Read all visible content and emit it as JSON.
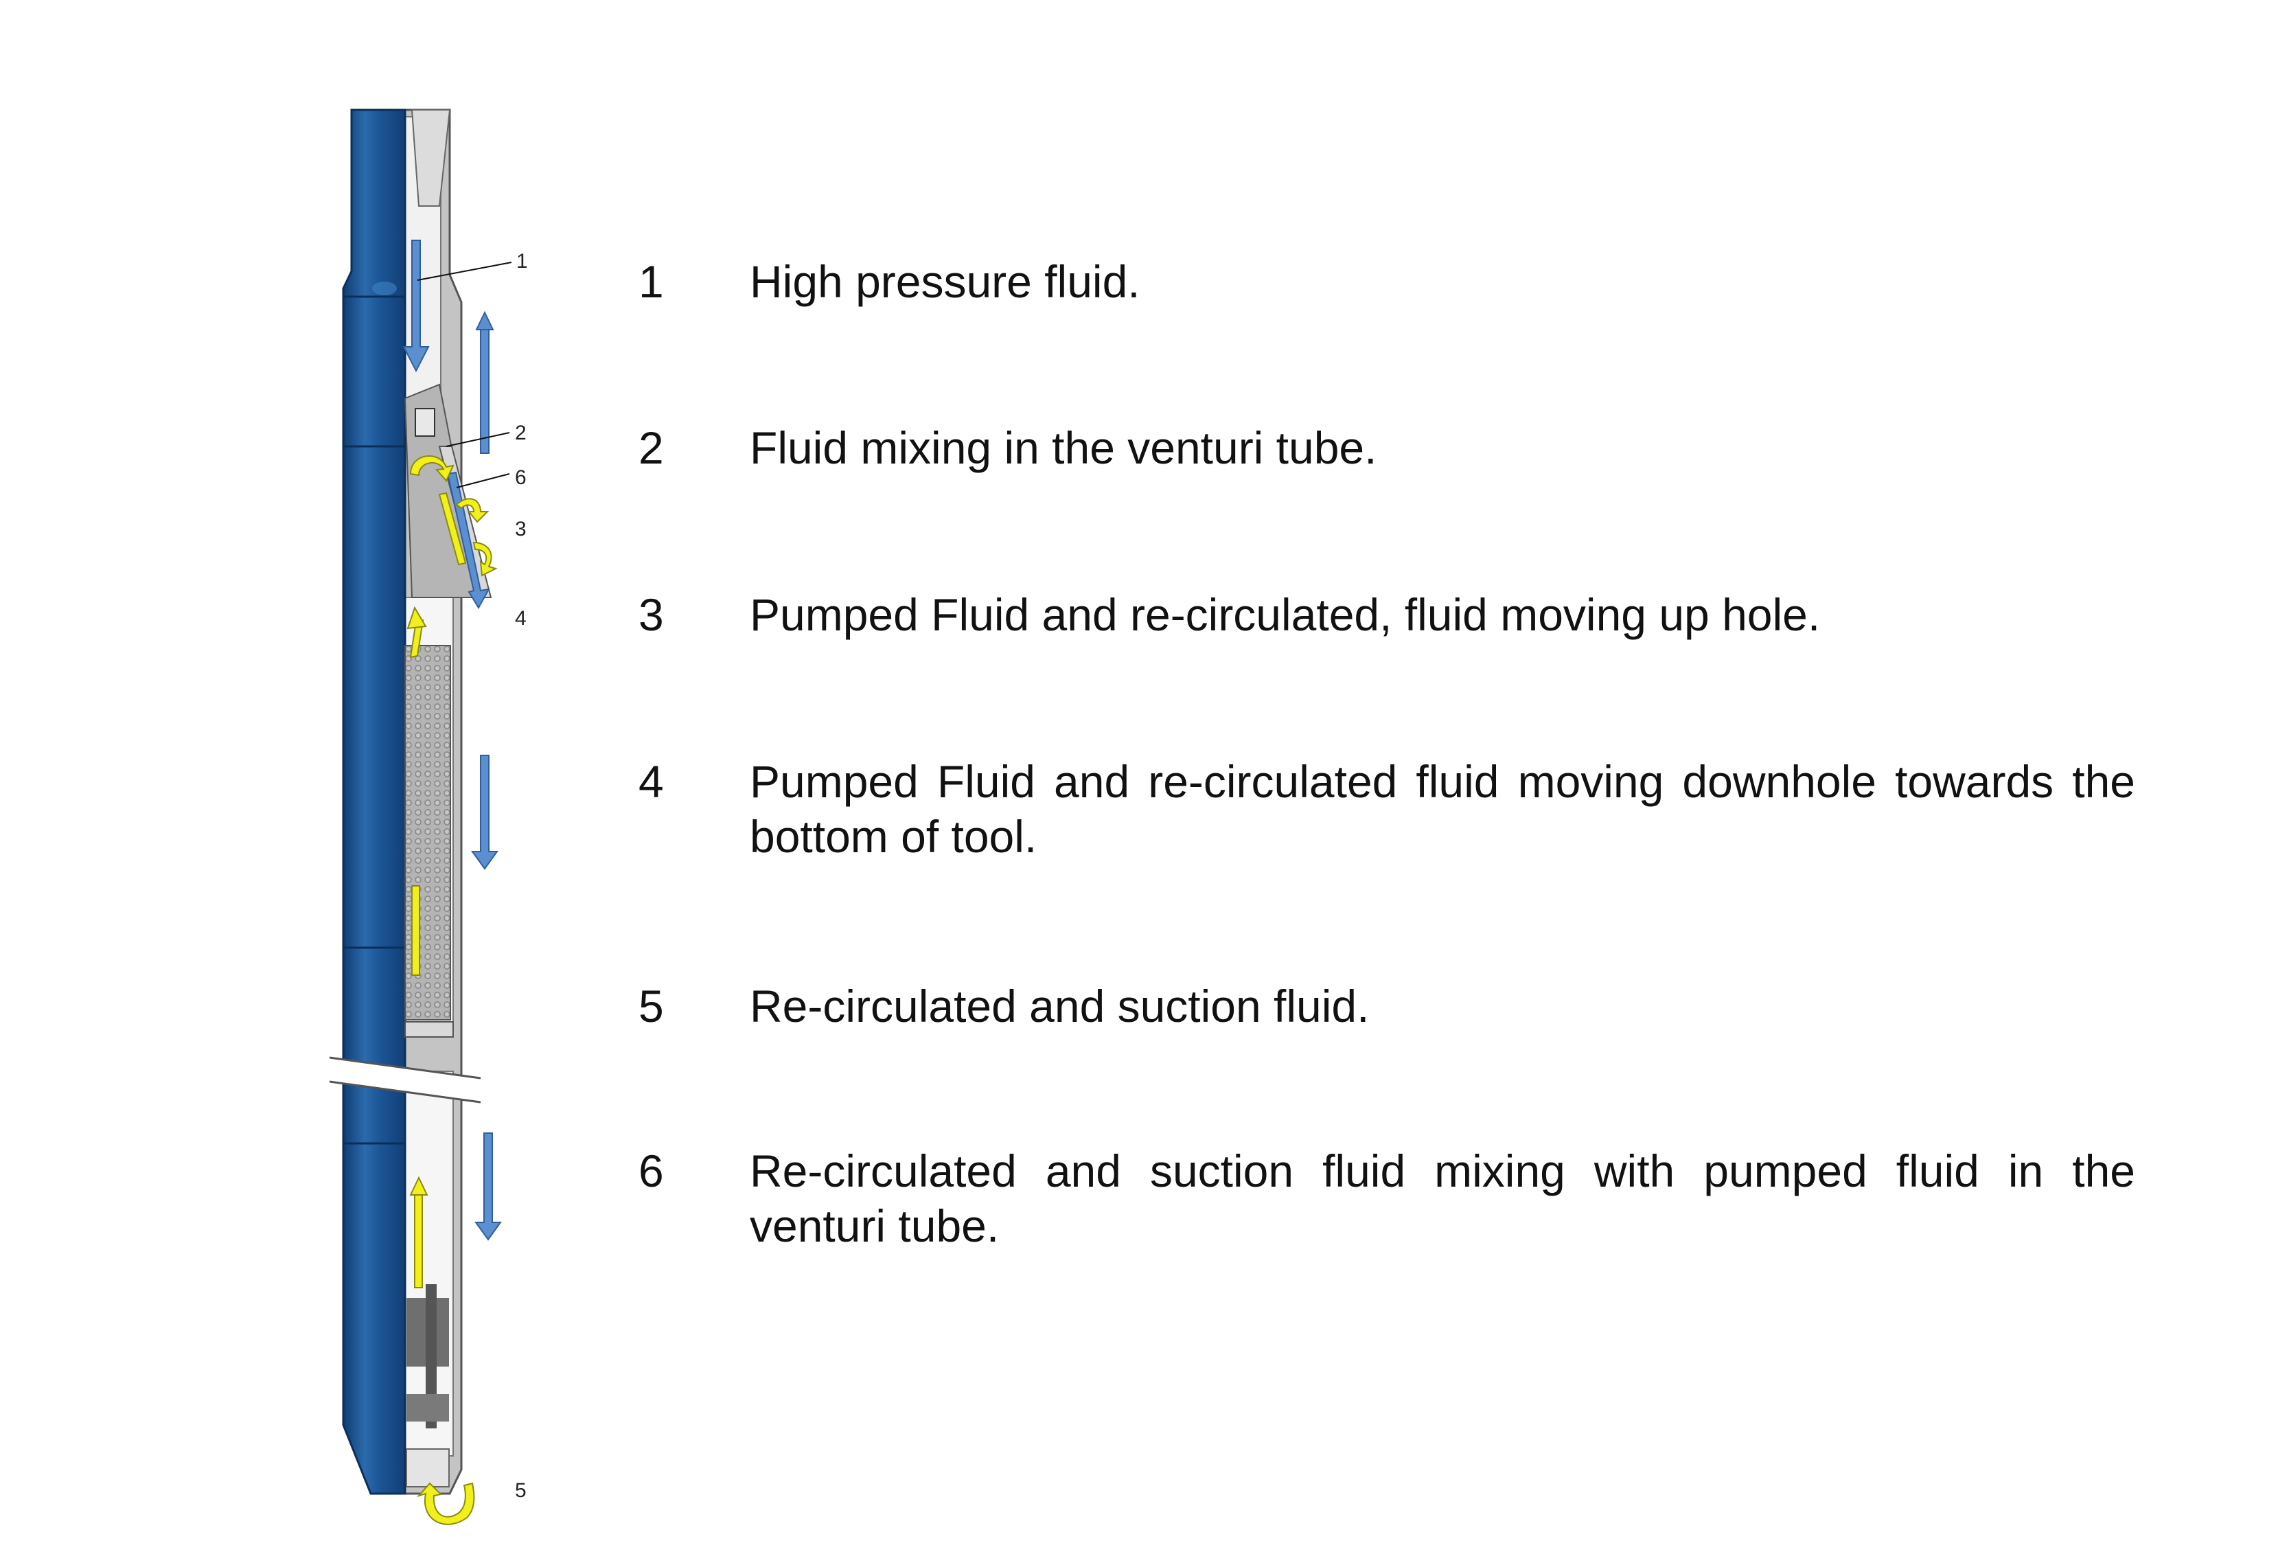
{
  "diagram": {
    "callouts": [
      "1",
      "2",
      "6",
      "3",
      "4",
      "5"
    ],
    "colors": {
      "tool_body": "#1a5596",
      "tool_highlight": "#3a78b8",
      "housing": "#bfbfbf",
      "bore": "#f3f3f3",
      "screen": "#a9a9a9",
      "pumped_fluid_arrow": "#5b8fd0",
      "suction_fluid_arrow": "#f2f01c"
    }
  },
  "legend": [
    {
      "number": "1",
      "text": "High pressure fluid."
    },
    {
      "number": "2",
      "text": "Fluid mixing in the venturi tube."
    },
    {
      "number": "3",
      "text": "Pumped Fluid and re-circulated, fluid moving up hole."
    },
    {
      "number": "4",
      "text": "Pumped Fluid and re-circulated fluid moving downhole towards the bottom of tool."
    },
    {
      "number": "5",
      "text": "Re-circulated and suction fluid."
    },
    {
      "number": "6",
      "text": "Re-circulated and suction fluid mixing with pumped fluid in the venturi tube."
    }
  ]
}
